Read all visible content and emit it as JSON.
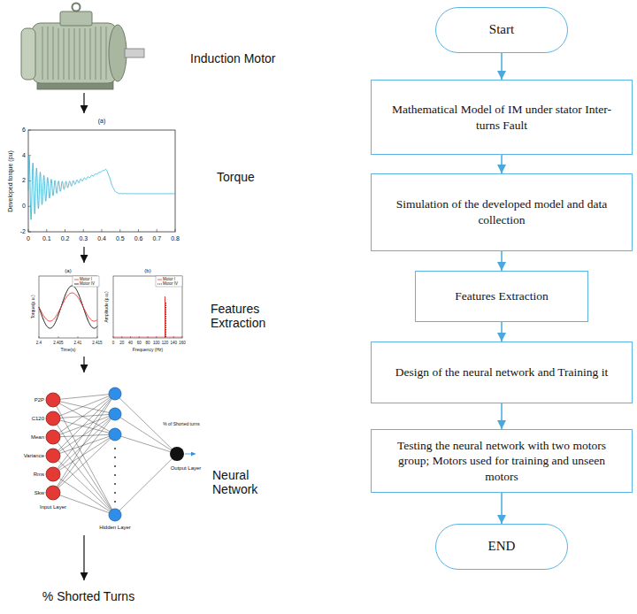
{
  "diagram": {
    "nodes": [
      {
        "text": [
          "Start"
        ]
      },
      {
        "text": [
          "Mathematical Model of IM under stator Inter-turns Fault"
        ]
      },
      {
        "text": [
          "Simulation of the developed model and data collection"
        ]
      },
      {
        "text": [
          "Features Extraction"
        ]
      },
      {
        "text": [
          "Design of the neural network and Training it"
        ]
      },
      {
        "text": [
          "Testing the neural network with two motors group; Motors used for training and unseen motors"
        ]
      },
      {
        "text": [
          "END"
        ]
      }
    ],
    "edges": [
      {
        "from": 0,
        "to": 1,
        "arrow": "to"
      },
      {
        "from": 1,
        "to": 2,
        "arrow": "to"
      },
      {
        "from": 2,
        "to": 3,
        "arrow": "to"
      },
      {
        "from": 3,
        "to": 4,
        "arrow": "to"
      },
      {
        "from": 4,
        "to": 5,
        "arrow": "to"
      },
      {
        "from": 5,
        "to": 6,
        "arrow": "to"
      }
    ],
    "labels": [
      "Induction Motor",
      "(a)",
      "Developed torque (pu)",
      "6",
      "4",
      "2",
      "0",
      "-2",
      "0",
      "0.1",
      "0.2",
      "0.3",
      "0.4",
      "0.5",
      "0.6",
      "0.7",
      "0.8",
      "Torque",
      "(a)",
      "Torque(p.u.)",
      "Time(s)",
      "2.4",
      "2.405",
      "2.41",
      "2.415",
      "(b)",
      "Amplitude (p.u.)",
      "Frequency (Hz)",
      "0",
      "20",
      "40",
      "60",
      "80",
      "100",
      "120",
      "140",
      "160",
      "Features Extraction",
      "P2P",
      "C120",
      "Mean",
      "Variance",
      "Rms",
      "Skw",
      "Input Layer",
      "Hidden Layer",
      "Output Layer",
      "% of Shorted turns",
      "Neural Network",
      "% Shorted Turns"
    ],
    "legend": [
      {
        "text": "Motor I"
      },
      {
        "text": "Motor IV"
      },
      {
        "text": "Motor I"
      },
      {
        "text": "Motor IV"
      }
    ]
  }
}
